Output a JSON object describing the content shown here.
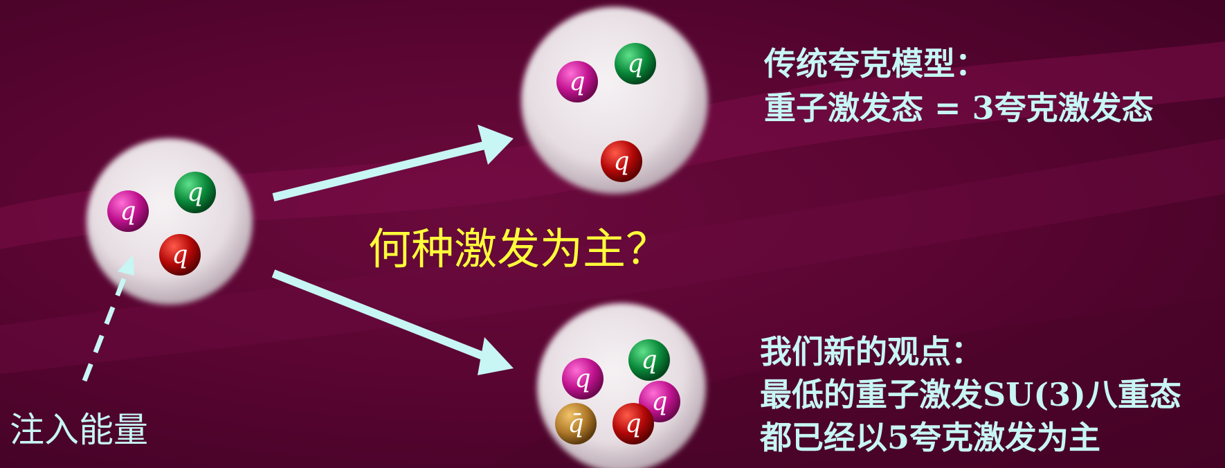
{
  "question": "何种激发为主？",
  "energy_label": "注入能量",
  "traditional": {
    "line1": "传统夸克模型：",
    "line2": "重子激发态 = 3夸克激发态"
  },
  "new_view": {
    "line1": "我们新的观点：",
    "line2": "最低的重子激发SU(3)八重态",
    "line3": "都已经以5夸克激发为主"
  },
  "quark_symbol": "q",
  "antiquark_symbol": "q̄",
  "colors": {
    "magenta": "#c0128f",
    "green": "#0a8a3a",
    "red": "#b40808",
    "gold": "#b07a2a",
    "arrow": "#c7f6f4",
    "highlight": "#ffff3a"
  }
}
